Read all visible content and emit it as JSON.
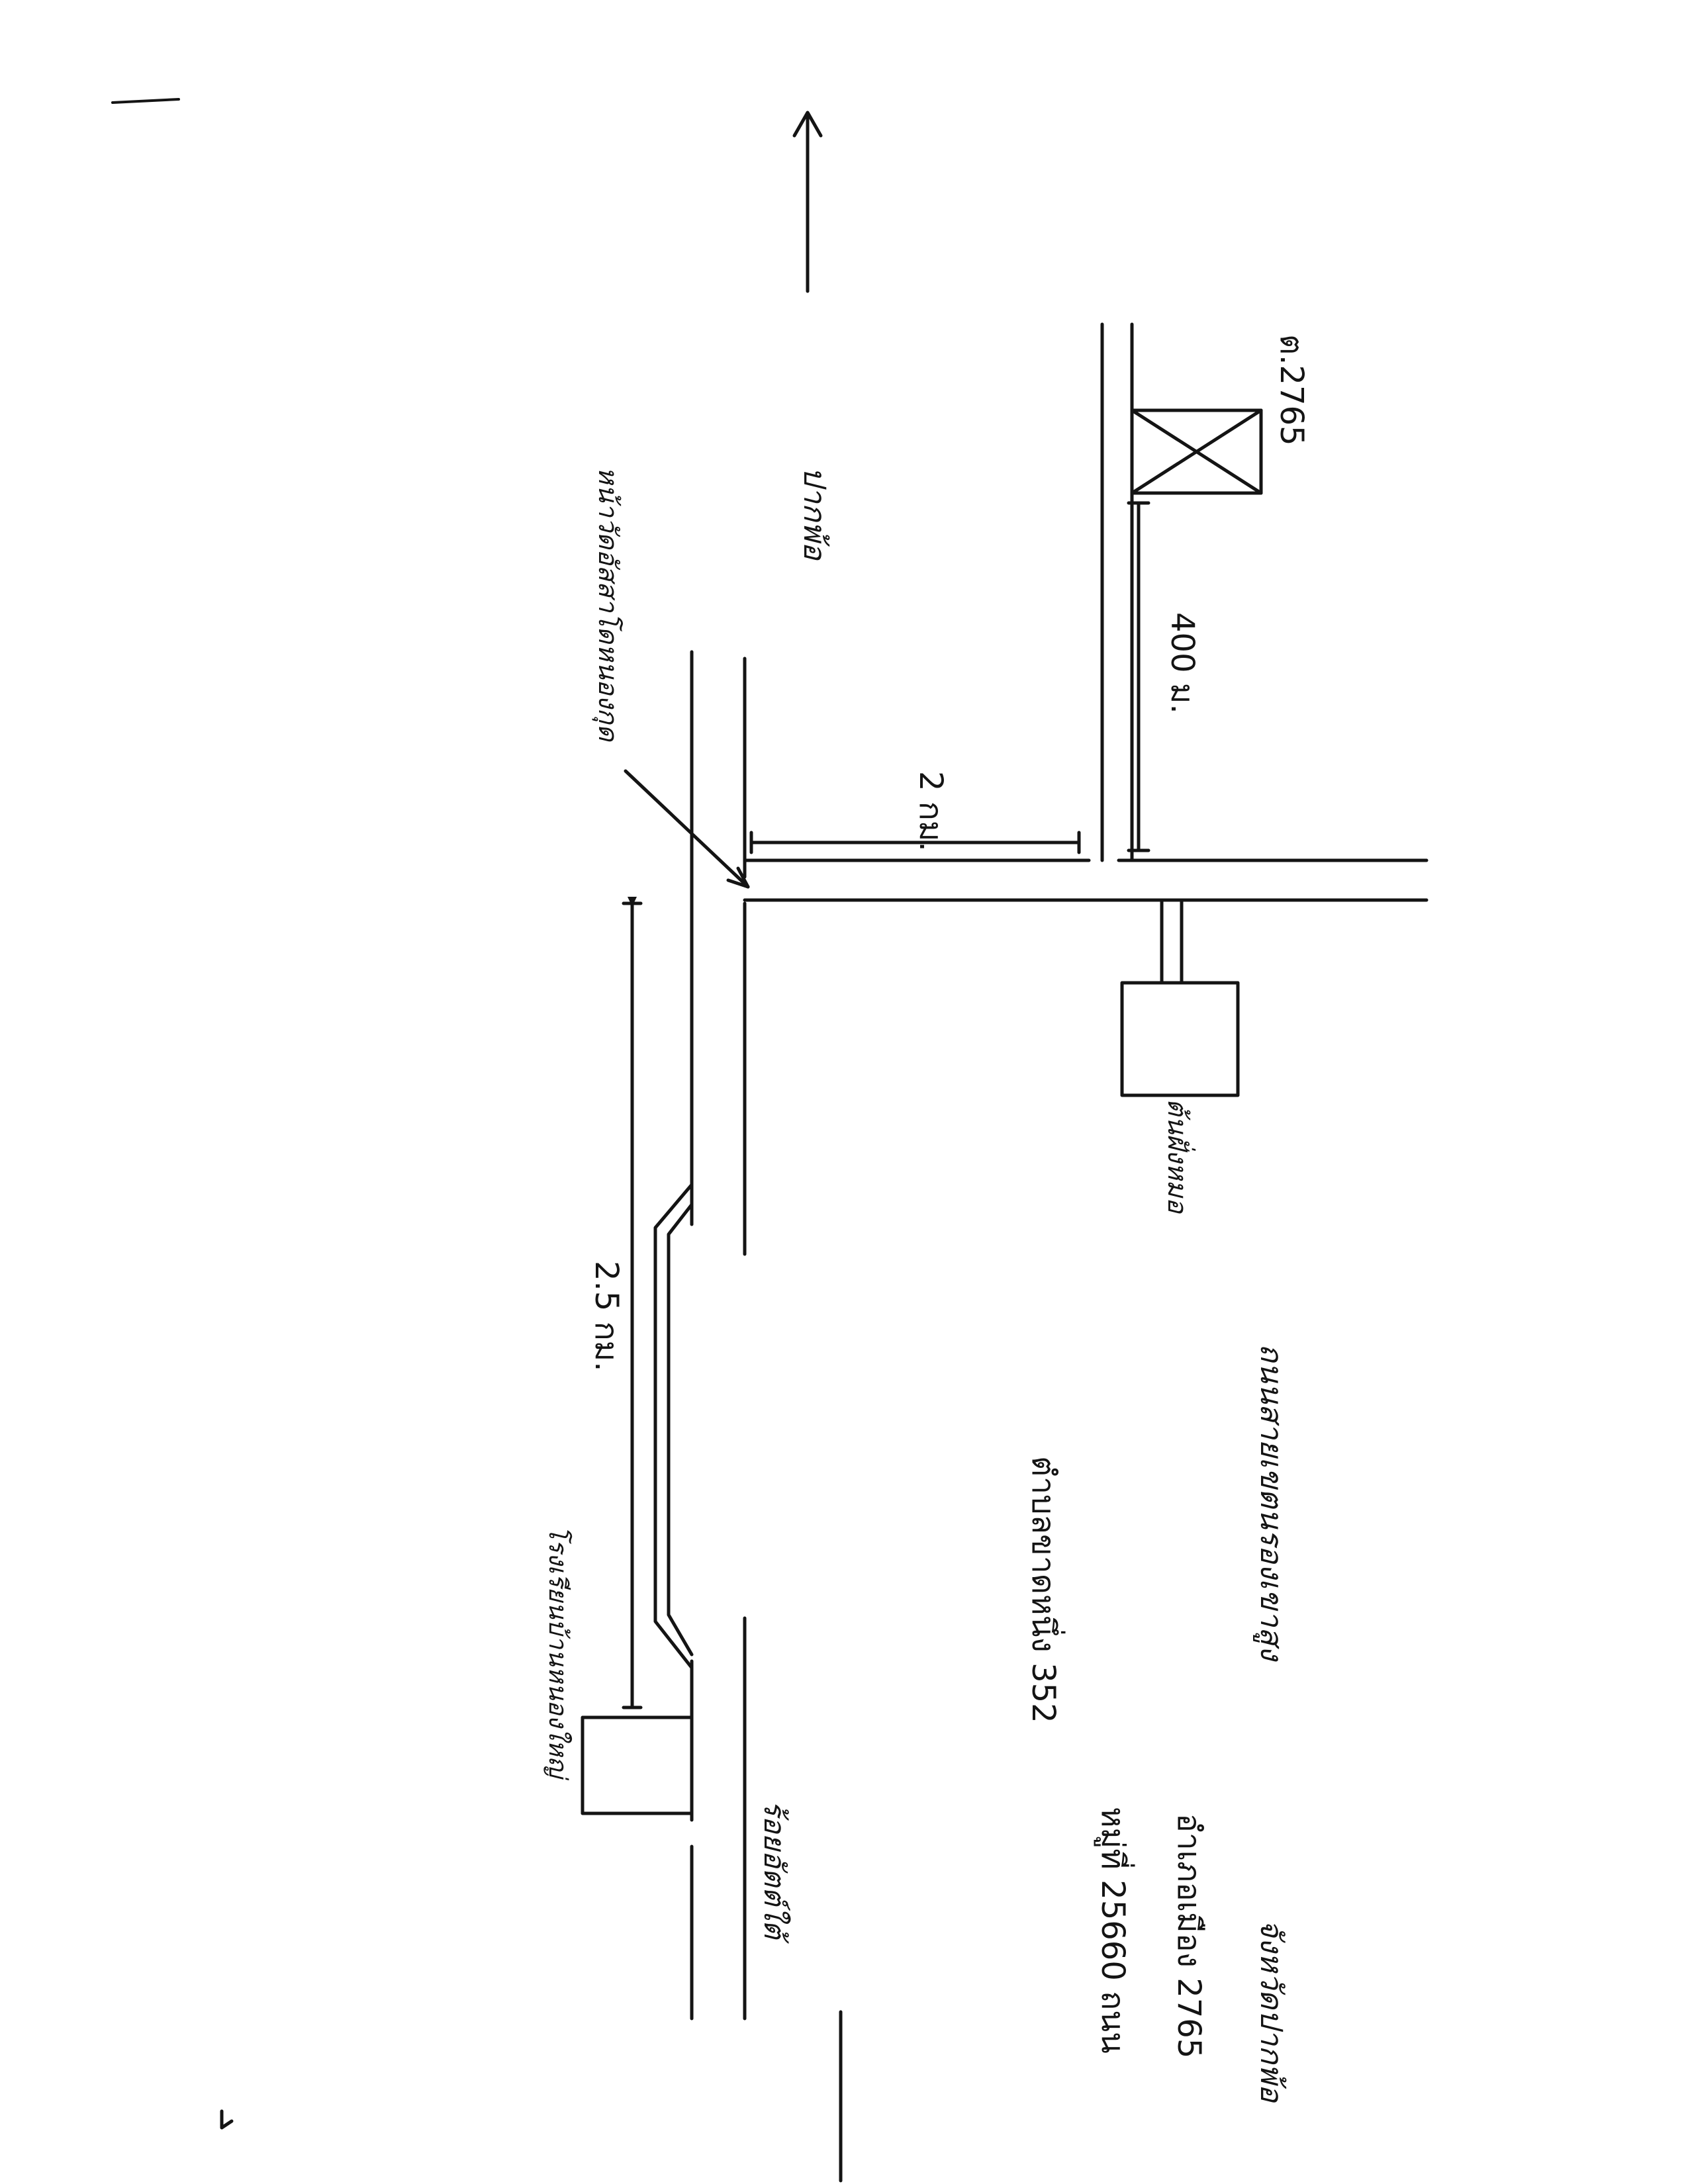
{
  "page": {
    "ink_color": "#141414",
    "paper_color": "#ffffff"
  },
  "labels": {
    "direction_top": "ปากพ้อ",
    "direction_bottom": "ร้อยอัตต์ใต้",
    "junction": "หน้าวัดอัสสาโดหนองกุด",
    "school_left": "โรงเรียนบ้านหนองใหญ่",
    "school_right": "ต้นฝั่งหมอ",
    "house_marker": "ต.2765",
    "dist_25km": "2.5 กม.",
    "dist_2km": "2 กม.",
    "dist_400m": "400 ม."
  },
  "address": {
    "line1": "ตำบลขาดหนึ่ง 352",
    "line2": "หมู่ที่ 25660 ถนน",
    "line3": "ถนนสายเขตนรองเขาสูง",
    "line4": "อำเภอเมือง 2765",
    "line5": "จังหวัดปากพ้อ"
  }
}
